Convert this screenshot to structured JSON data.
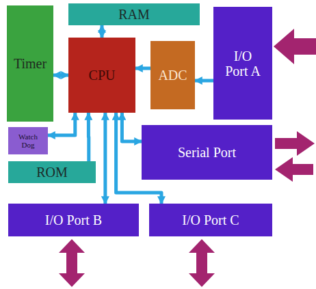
{
  "diagram": {
    "nodes": [
      {
        "text": [
          "RAM"
        ]
      },
      {
        "text": [
          "Timer"
        ]
      },
      {
        "text": [
          "CPU"
        ]
      },
      {
        "text": [
          "ADC"
        ]
      },
      {
        "text": [
          "I/O Port A"
        ]
      },
      {
        "text": [
          "Watch Dog"
        ]
      },
      {
        "text": [
          "Serial Port"
        ]
      },
      {
        "text": [
          "ROM"
        ]
      },
      {
        "text": [
          "I/O Port B"
        ]
      },
      {
        "text": [
          "I/O Port C"
        ]
      }
    ],
    "edges": [
      {
        "from": 2,
        "to": 0,
        "arrow": "both"
      },
      {
        "from": 2,
        "to": 1,
        "arrow": "both"
      },
      {
        "from": 3,
        "to": 2,
        "arrow": "to"
      },
      {
        "from": 4,
        "to": 3,
        "arrow": "to"
      },
      {
        "from": 2,
        "to": 5,
        "arrow": "both"
      },
      {
        "from": 2,
        "to": 6,
        "arrow": "both"
      },
      {
        "from": 7,
        "to": 2,
        "arrow": "to"
      },
      {
        "from": 2,
        "to": 8,
        "arrow": "both"
      },
      {
        "from": 2,
        "to": 9,
        "arrow": "both"
      }
    ]
  }
}
